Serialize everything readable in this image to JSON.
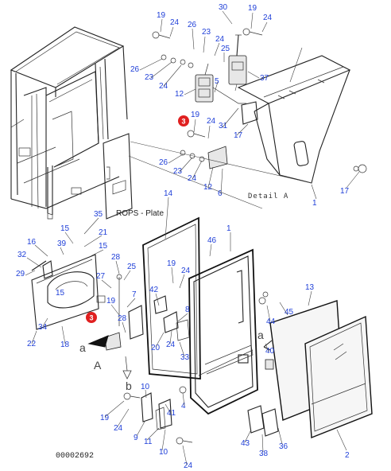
{
  "diagram": {
    "drawing_code": "00002692",
    "detail_label": "Detail A",
    "plate_label": "ROPS - Plate",
    "view_marks": [
      "a",
      "b",
      "A",
      "a"
    ],
    "highlight_color": "#e02020",
    "number_color": "#1f3fd8",
    "badges": [
      "3",
      "3"
    ],
    "callouts": {
      "c19a": "19",
      "c24a": "24",
      "c30": "30",
      "c19b": "19",
      "c24b": "24",
      "c26a": "26",
      "c23a": "23",
      "c24c": "24",
      "c25a": "25",
      "c26b": "26",
      "c23b": "23",
      "c24d": "24",
      "c5": "5",
      "c37": "37",
      "c12a": "12",
      "c19c": "19",
      "c24e": "24",
      "c31": "31",
      "c17a": "17",
      "c26c": "26",
      "c23c": "23",
      "c24f": "24",
      "c12b": "12",
      "c6": "6",
      "c17b": "17",
      "c1a": "1",
      "c14": "14",
      "c35": "35",
      "c21": "21",
      "c15a": "15",
      "c16": "16",
      "c39": "39",
      "c15b": "15",
      "c32": "32",
      "c29": "29",
      "c46": "46",
      "c1b": "1",
      "c28a": "28",
      "c25b": "25",
      "c19d": "19",
      "c24g": "24",
      "c27": "27",
      "c7": "7",
      "c42": "42",
      "c8": "8",
      "c15c": "15",
      "c45": "45",
      "c13": "13",
      "c19e": "19",
      "c34": "34",
      "c28b": "28",
      "c22": "22",
      "c18": "18",
      "c44": "44",
      "c20": "20",
      "c24h": "24",
      "c33": "33",
      "c40": "40",
      "c10a": "10",
      "c41": "41",
      "c4": "4",
      "c19f": "19",
      "c24i": "24",
      "c9": "9",
      "c11": "11",
      "c10b": "10",
      "c24j": "24",
      "c43": "43",
      "c38": "38",
      "c36": "36",
      "c2": "2"
    }
  }
}
